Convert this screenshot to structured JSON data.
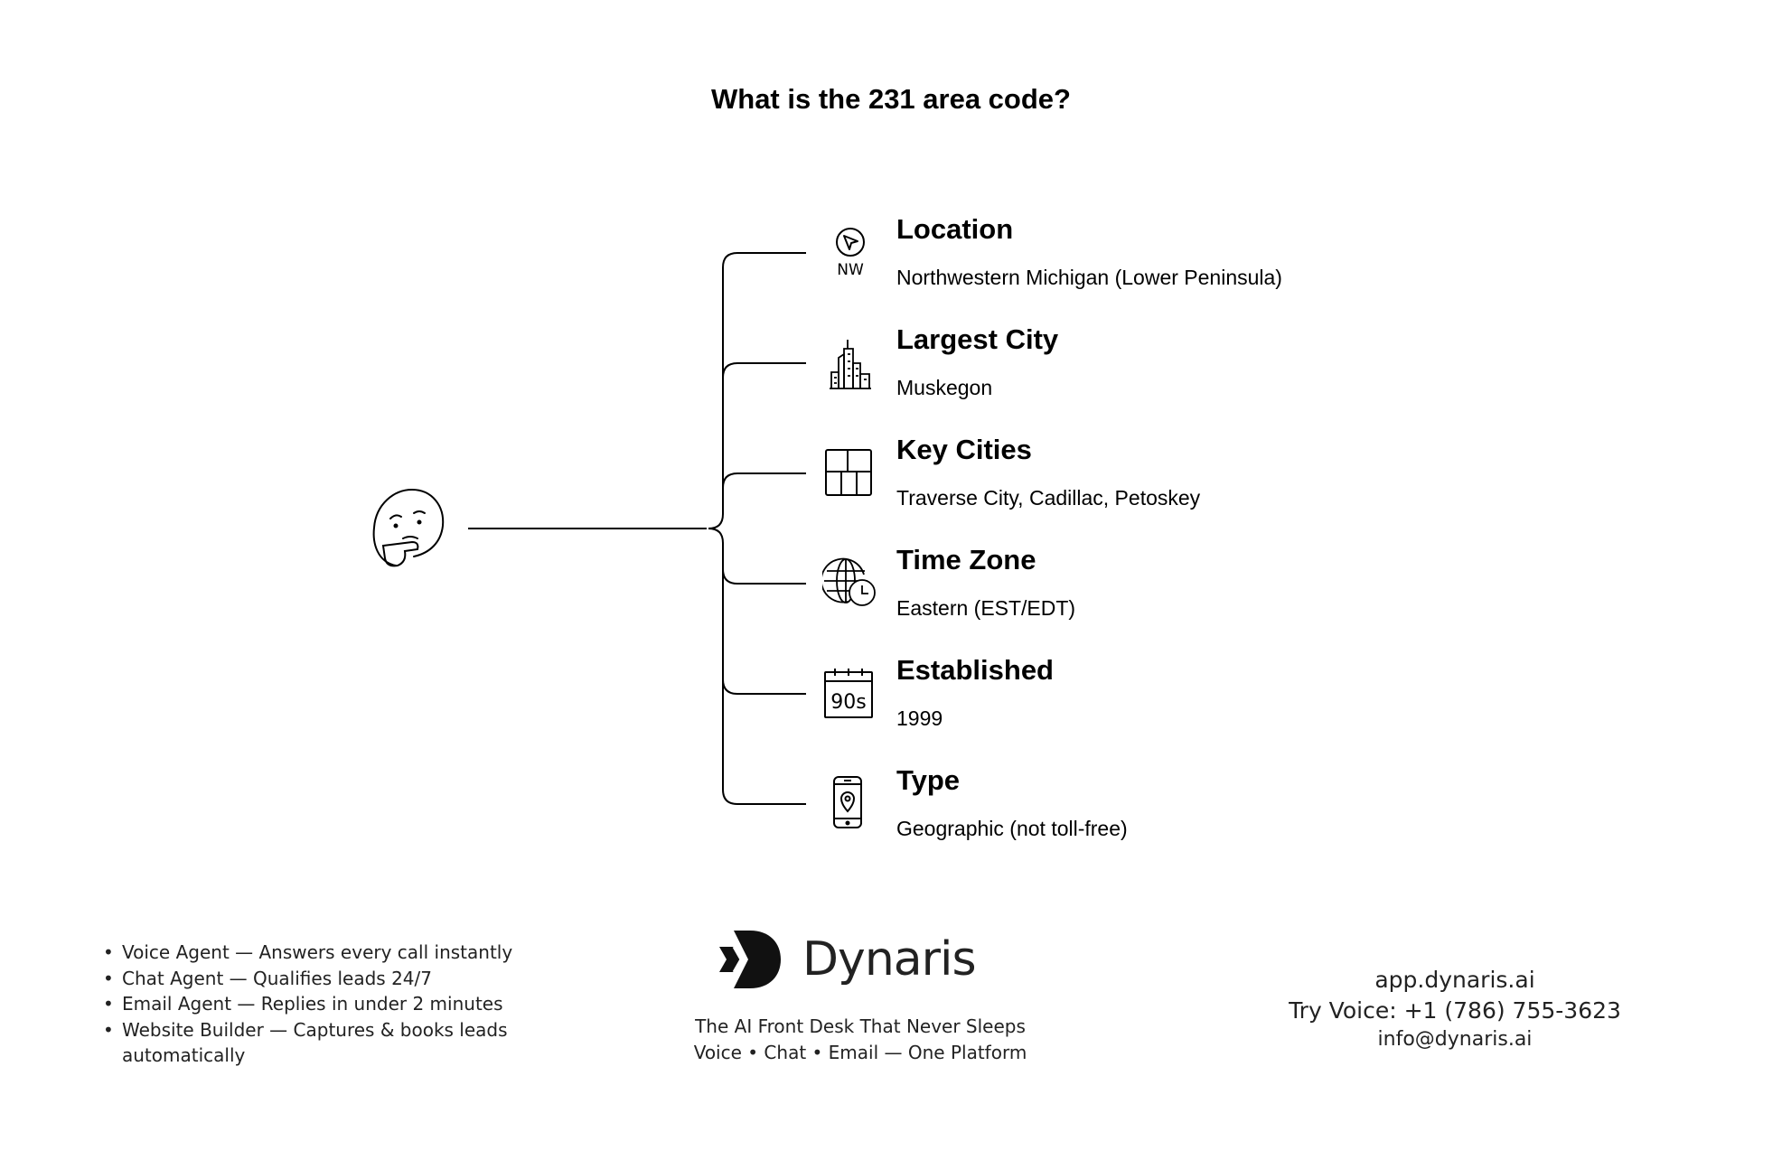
{
  "title": "What is the 231 area code?",
  "items": [
    {
      "title": "Location",
      "value": "Northwestern Michigan (Lower Peninsula)",
      "icon": "compass-nw-icon",
      "icon_text": "NW"
    },
    {
      "title": "Largest City",
      "value": "Muskegon",
      "icon": "city-skyline-icon"
    },
    {
      "title": "Key Cities",
      "value": "Traverse City, Cadillac, Petoskey",
      "icon": "grid-map-icon"
    },
    {
      "title": "Time Zone",
      "value": "Eastern (EST/EDT)",
      "icon": "globe-clock-icon"
    },
    {
      "title": "Established",
      "value": "1999",
      "icon": "calendar-icon",
      "icon_text": "90s"
    },
    {
      "title": "Type",
      "value": "Geographic (not toll-free)",
      "icon": "phone-location-icon"
    }
  ],
  "root_icon": "thinking-face-icon",
  "footer": {
    "bullets": [
      "Voice Agent — Answers every call instantly",
      "Chat Agent — Qualifies leads 24/7",
      "Email Agent — Replies in under 2 minutes",
      " Website Builder — Captures & books leads automatically"
    ],
    "brand": "Dynaris",
    "logo_icon": "dynaris-logo-icon",
    "tagline_1": "The AI Front Desk That Never Sleeps",
    "tagline_2": "Voice • Chat • Email — One Platform",
    "website": "app.dynaris.ai",
    "phone": "Try Voice: +1 (786) 755-3623",
    "email": "info@dynaris.ai"
  }
}
